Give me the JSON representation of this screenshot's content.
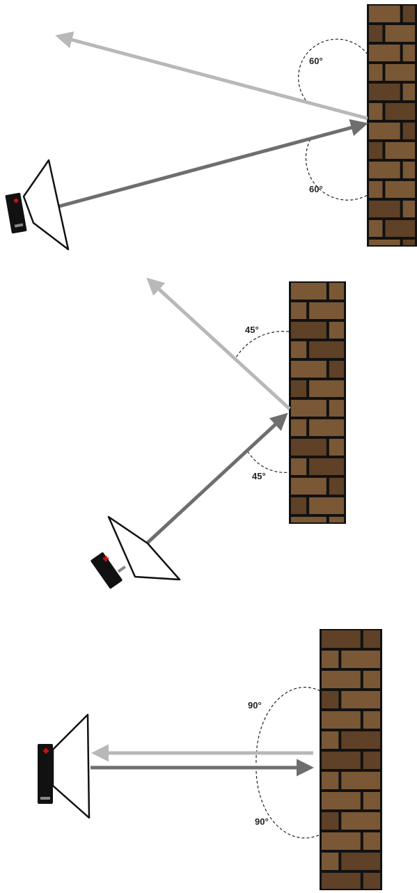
{
  "panels": [
    {
      "id": "panel-60",
      "incident_angle_label": "60°",
      "reflected_angle_label": "60°"
    },
    {
      "id": "panel-45",
      "incident_angle_label": "45°",
      "reflected_angle_label": "45°"
    },
    {
      "id": "panel-90",
      "incident_angle_label": "90°",
      "reflected_angle_label": "90°"
    }
  ],
  "colors": {
    "incident_arrow": "#6e6e6e",
    "reflected_arrow": "#b8b8b8",
    "brick": "#7a5836",
    "brick_dark": "#5e4126",
    "mortar": "#111111",
    "speaker_body": "#111111",
    "speaker_plus": "#cc1111"
  },
  "icons": [
    "speaker-icon",
    "brick-wall"
  ]
}
